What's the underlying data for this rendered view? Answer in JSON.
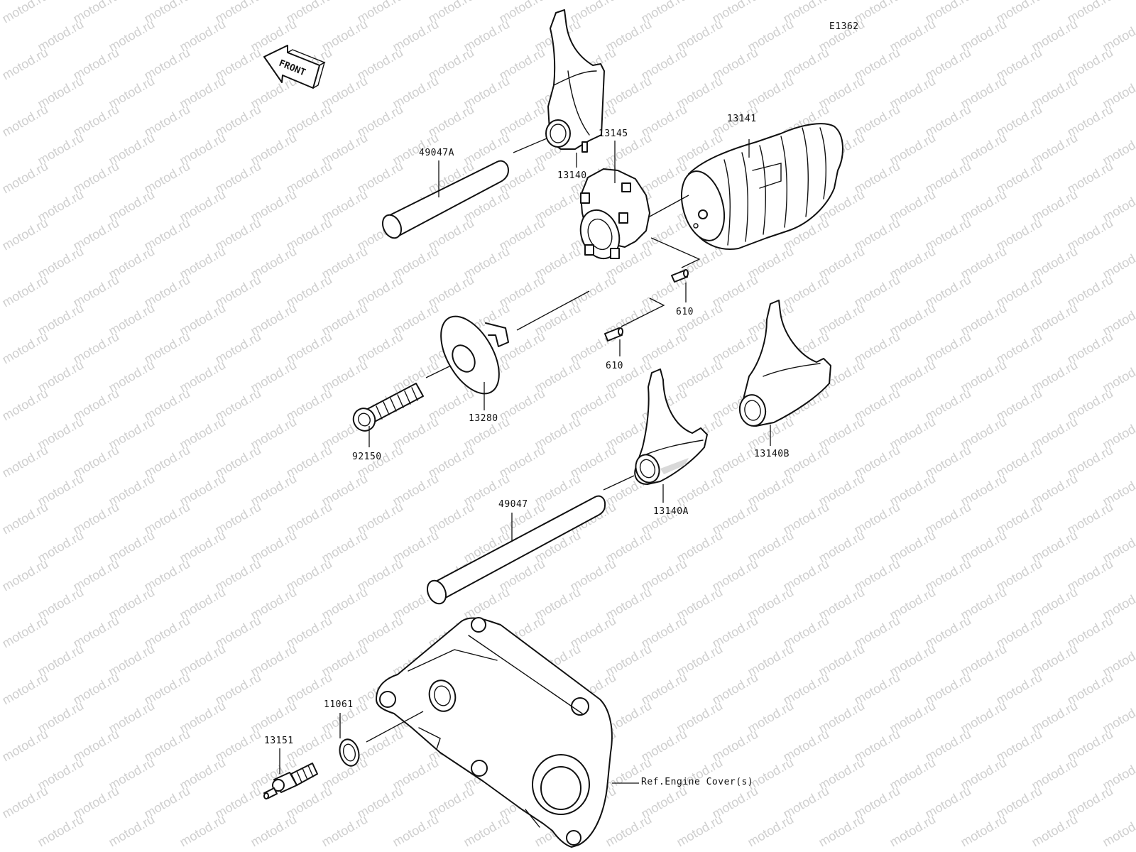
{
  "diagram": {
    "code": "E1362",
    "front_arrow_label": "FRONT",
    "watermark_text": "motod.ru",
    "reference_note": "Ref.Engine Cover(s)",
    "parts": [
      {
        "id": "49047A"
      },
      {
        "id": "13140"
      },
      {
        "id": "13141"
      },
      {
        "id": "13145"
      },
      {
        "id": "610"
      },
      {
        "id": "610"
      },
      {
        "id": "13280"
      },
      {
        "id": "92150"
      },
      {
        "id": "13140B"
      },
      {
        "id": "13140A"
      },
      {
        "id": "49047"
      },
      {
        "id": "11061"
      },
      {
        "id": "13151"
      }
    ]
  }
}
